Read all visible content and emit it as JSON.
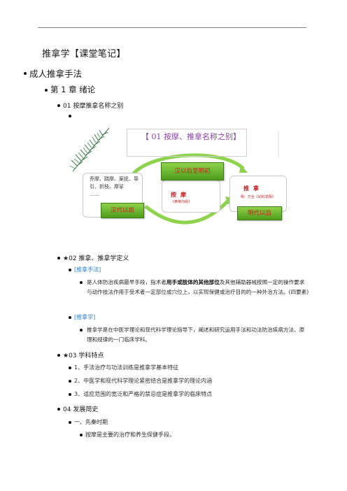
{
  "doc": {
    "title": "推拿学【课堂笔记】",
    "section": "成人推拿手法",
    "chapter": "第 1 章 绪论",
    "h_01": "01 按摩推拿名称之别"
  },
  "figure": {
    "title": "【 01 按摩、推拿名称之别】",
    "left_text": "乔摩、跷摩、案抚、导引、折枝、摩挲",
    "left_dots": "……",
    "left_banner": "汉代以前",
    "mid_banner": "汉以后至明初",
    "mid_main": "按摩",
    "mid_sub": "《黄帝内经》",
    "right_main": "推拿",
    "right_sub": "明 · 万全《幼科发挥》",
    "right_banner": "明代以后"
  },
  "def": {
    "heading": "★02 推拿、推拿学定义",
    "label1": "[推拿手法]",
    "text1_a": "是人体防治疾病最早手段，指术者",
    "text1_b": "用手或肢体的其他部位",
    "text1_c": "及其他辅助器械按照一定的操作要求与动作技法作用于受术者一定部位或穴位上，以实现保健或治疗目的的一种外治方法。(四要素)",
    "label2": "[推拿学]",
    "text2": "推拿学是在中医学理论和现代科学理论指导下，阐述和研究运用手法和功法防治疾病方法、原理和规律的一门临床学科。"
  },
  "features": {
    "heading": "★03 学科特点",
    "items": [
      "1、手法治疗与功法训练是推拿学基本特征",
      "2、中医学和现代科学理论紧密结合是推拿学的理论内涵",
      "3、适应范围的宽泛和严格的禁忌症是推拿学的临床特点"
    ]
  },
  "history": {
    "heading": "04 发展简史",
    "period": "一、先秦时期",
    "point": "按摩是主要的治疗和养生保健手段。"
  },
  "colors": {
    "accent_blue": "#2f7fd8",
    "banner_green": "#6fb83a",
    "figure_purple": "#8c44a8",
    "figure_red": "#c51f1f"
  }
}
